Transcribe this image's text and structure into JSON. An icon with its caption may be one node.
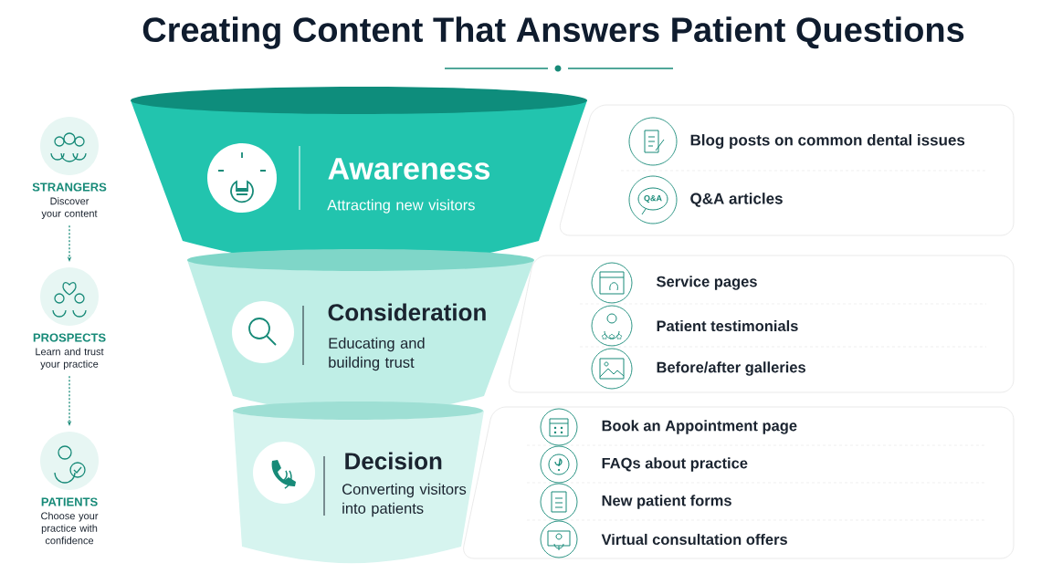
{
  "diagram": {
    "title": "Creating Content That Answers Patient Questions",
    "nodes": [
      {
        "text": [
          "STRANGERS",
          "Discover your content"
        ]
      },
      {
        "text": [
          "PROSPECTS",
          "Learn and trust your practice"
        ]
      },
      {
        "text": [
          "PATIENTS",
          "Choose your practice with confidence"
        ]
      },
      {
        "text": [
          "Awareness",
          "Attracting new visitors"
        ]
      },
      {
        "text": [
          "Consideration",
          "Educating and building trust"
        ]
      },
      {
        "text": [
          "Decision",
          "Converting visitors into patients"
        ]
      },
      {
        "text": [
          "Blog posts on common dental issues",
          "Q&A articles"
        ]
      },
      {
        "text": [
          "Service pages",
          "Patient testimonials",
          "Before/after galleries"
        ]
      },
      {
        "text": [
          "Book an Appointment page",
          "FAQs about practice",
          "New patient forms",
          "Virtual consultation offers"
        ]
      }
    ],
    "edges": [
      {
        "from": 0,
        "to": 1,
        "arrow": "to",
        "style": "dashed"
      },
      {
        "from": 1,
        "to": 2,
        "arrow": "to",
        "style": "dashed"
      }
    ],
    "labels": [
      "Q&A"
    ]
  }
}
